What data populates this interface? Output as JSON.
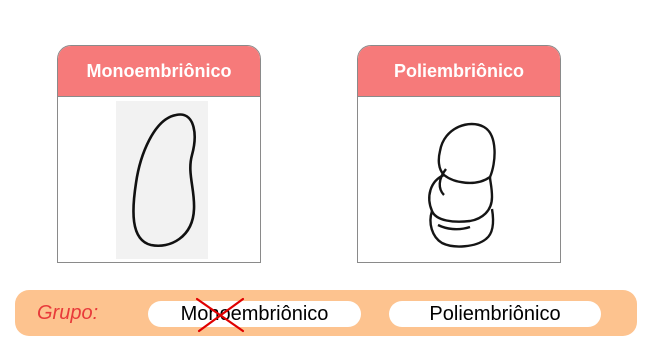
{
  "cards": [
    {
      "title": "Monoembriônico",
      "image": "single-embryo-seed-drawing"
    },
    {
      "title": "Poliembriônico",
      "image": "multiple-embryo-seed-drawing"
    }
  ],
  "group": {
    "label": "Grupo:",
    "options": [
      {
        "label": "Monoembriônico",
        "state": "crossed-out",
        "mark": "red-x-icon"
      },
      {
        "label": "Poliembriônico",
        "state": "selected"
      }
    ]
  },
  "colors": {
    "header": "#f67a7a",
    "group_bar": "#fdc38f",
    "group_label": "#e83a3a",
    "cross": "#e00000"
  }
}
